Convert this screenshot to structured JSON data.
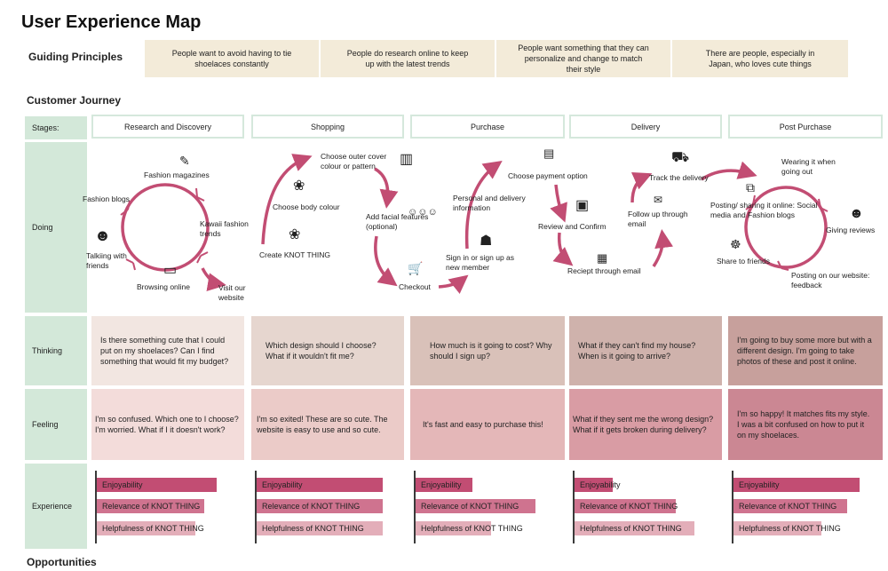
{
  "title": "User Experience Map",
  "guiding_principles": {
    "label": "Guiding Principles",
    "items": [
      "People want to avoid having to tie shoelaces constantly",
      "People do research online to keep up with the latest trends",
      "People want something that they can personalize and change to match their style",
      "There are people, especially in Japan, who loves cute things"
    ]
  },
  "customer_journey": {
    "label": "Customer Journey",
    "row_labels": {
      "stages": "Stages:",
      "doing": "Doing",
      "thinking": "Thinking",
      "feeling": "Feeling",
      "experience": "Experience"
    },
    "stages": [
      "Research and Discovery",
      "Shopping",
      "Purchase",
      "Delivery",
      "Post Purchase"
    ],
    "doing": {
      "research": [
        "Fashion magazines",
        "Fashion blogs",
        "Kawaii fashion trends",
        "Talkiing with friends",
        "Browsing online",
        "Visit our website"
      ],
      "shopping": [
        "Choose outer cover colour or pattern",
        "Choose body colour",
        "Create KNOT THING",
        "Add facial features (optional)",
        "Checkout"
      ],
      "purchase": [
        "Choose payment option",
        "Personal and delivery information",
        "Sign in or sign up as new member"
      ],
      "delivery": [
        "Review and Confirm",
        "Reciept through email",
        "Track the delivery",
        "Follow up through email"
      ],
      "post": [
        "Wearing it when going out",
        "Posting/ sharing it online: Social media and Fashion blogs",
        "Giving reviews",
        "Share to friends",
        "Posting on our website: feedback"
      ]
    },
    "thinking": [
      "Is there something cute that I could put on my shoelaces? Can I find something that would fit my budget?",
      "Which design should I choose? What if it wouldn't fit me?",
      "How much is it going to cost? Why should I sign up?",
      "What if they can't find my house? When is it going to arrive?",
      "I'm going to buy some more but with a different design. I'm going to take photos of these and post it online."
    ],
    "feeling": [
      "I'm so confused. Which one to I choose? I'm worried. What if I it doesn't work?",
      "I'm so exited! These are so cute. The website is easy to use and so cute.",
      "It's fast and easy to purchase this!",
      "What if they sent me the wrong design? What if it gets broken during delivery?",
      "I'm so happy! It matches fits my style. I was a bit confused on how to put it on my shoelaces."
    ],
    "experience": {
      "metrics": [
        "Enjoyability",
        "Relevance of KNOT THING",
        "Helpfulness of KNOT THING"
      ],
      "colors": [
        "#c24d73",
        "#cf738f",
        "#e3aeb9"
      ],
      "scores": [
        [
          0.95,
          0.85,
          0.78
        ],
        [
          1.0,
          1.0,
          1.0
        ],
        [
          0.45,
          0.95,
          0.6
        ],
        [
          0.3,
          0.8,
          0.95
        ],
        [
          1.0,
          0.9,
          0.7
        ]
      ]
    }
  },
  "opportunities": {
    "label": "Opportunities"
  },
  "colors": {
    "principle_bg": "#f3ebd9",
    "label_bg": "#d3e8d9",
    "arrow": "#c24d73",
    "thinking_bg": [
      "#f2e6e1",
      "#e6d6cf",
      "#d9c1b9",
      "#cfb2ac",
      "#c7a09c"
    ],
    "feeling_bg": [
      "#f3dcda",
      "#ebcbc8",
      "#e4b7b8",
      "#d99ca4",
      "#cb8793"
    ]
  }
}
